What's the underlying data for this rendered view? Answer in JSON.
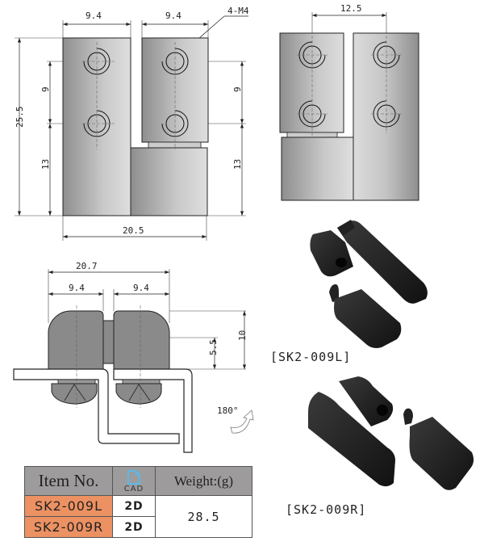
{
  "front_view": {
    "dims": {
      "top_left_width": "9.4",
      "top_right_width": "9.4",
      "thread_callout": "4-M4",
      "total_height": "25.5",
      "left_hole_pitch": "9",
      "left_lower_height": "13",
      "right_hole_pitch": "9",
      "right_lower_height": "13",
      "total_width": "20.5"
    }
  },
  "rear_view": {
    "dims": {
      "hole_spacing": "12.5"
    }
  },
  "section_view": {
    "dims": {
      "overall_width": "20.7",
      "left_width": "9.4",
      "right_width": "9.4",
      "pivot_height": "5.5",
      "total_height": "10"
    },
    "rotation_label": "180°"
  },
  "products": [
    {
      "label": "[SK2-009L]"
    },
    {
      "label": "[SK2-009R]"
    }
  ],
  "spec_table": {
    "headers": {
      "item_no": "Item No.",
      "cad": "CAD",
      "weight": "Weight:(g)"
    },
    "rows": [
      {
        "item": "SK2-009L",
        "cad": "2D"
      },
      {
        "item": "SK2-009R",
        "cad": "2D"
      }
    ],
    "weight_value": "28.5"
  },
  "colors": {
    "header_bg": "#9d9b9b",
    "item_cell_bg": "#ec9162",
    "cad_icon": "#5bb8e8",
    "part_dark": "#1a1a1a"
  }
}
